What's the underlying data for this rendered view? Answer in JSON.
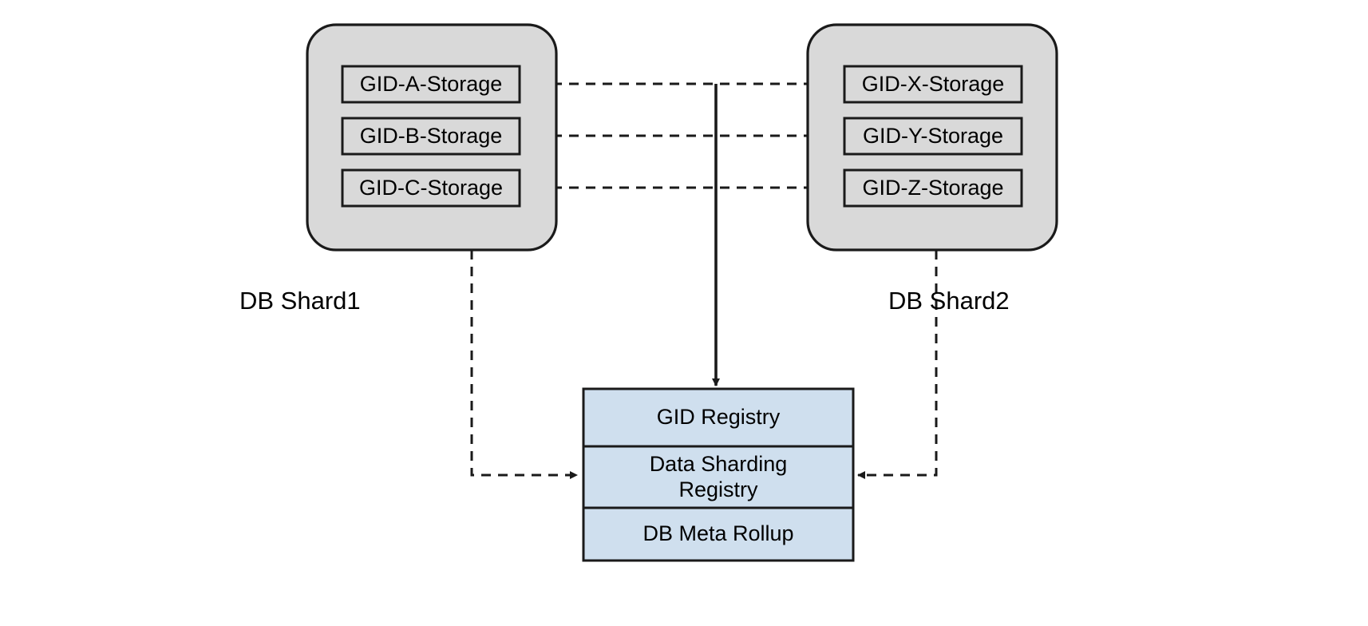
{
  "diagram": {
    "type": "architecture-diagram",
    "background": "#ffffff",
    "colors": {
      "shard_fill": "#d9d9d9",
      "shard_stroke": "#1a1a1a",
      "storage_fill": "#d9d9d9",
      "storage_stroke": "#1a1a1a",
      "registry_fill": "#cfdfee",
      "registry_stroke": "#1a1a1a",
      "edge_stroke": "#1a1a1a"
    },
    "shards": [
      {
        "id": "shard1",
        "label": "DB Shard1",
        "storages": [
          {
            "id": "gid-a",
            "label": "GID-A-Storage"
          },
          {
            "id": "gid-b",
            "label": "GID-B-Storage"
          },
          {
            "id": "gid-c",
            "label": "GID-C-Storage"
          }
        ]
      },
      {
        "id": "shard2",
        "label": "DB Shard2",
        "storages": [
          {
            "id": "gid-x",
            "label": "GID-X-Storage"
          },
          {
            "id": "gid-y",
            "label": "GID-Y-Storage"
          },
          {
            "id": "gid-z",
            "label": "GID-Z-Storage"
          }
        ]
      }
    ],
    "registry": {
      "id": "registry-stack",
      "rows": [
        {
          "id": "gid-registry",
          "label": "GID Registry"
        },
        {
          "id": "data-sharding-registry",
          "label": "Data Sharding\nRegistry"
        },
        {
          "id": "db-meta-rollup",
          "label": "DB Meta Rollup"
        }
      ]
    },
    "edges": [
      {
        "id": "gid-a-to-gid-x",
        "style": "dashed",
        "arrow": "none",
        "from": "gid-a",
        "to": "gid-x"
      },
      {
        "id": "gid-b-to-gid-y",
        "style": "dashed",
        "arrow": "none",
        "from": "gid-b",
        "to": "gid-y"
      },
      {
        "id": "gid-c-to-gid-z",
        "style": "dashed",
        "arrow": "none",
        "from": "gid-c",
        "to": "gid-z"
      },
      {
        "id": "link-to-gid-registry",
        "style": "solid",
        "arrow": "end",
        "from": "gid-a-to-gid-x",
        "to": "gid-registry"
      },
      {
        "id": "shard1-to-data-sharding-registry",
        "style": "dashed",
        "arrow": "end",
        "from": "shard1",
        "to": "data-sharding-registry"
      },
      {
        "id": "shard2-to-data-sharding-registry",
        "style": "dashed",
        "arrow": "end",
        "from": "shard2",
        "to": "data-sharding-registry"
      }
    ]
  }
}
